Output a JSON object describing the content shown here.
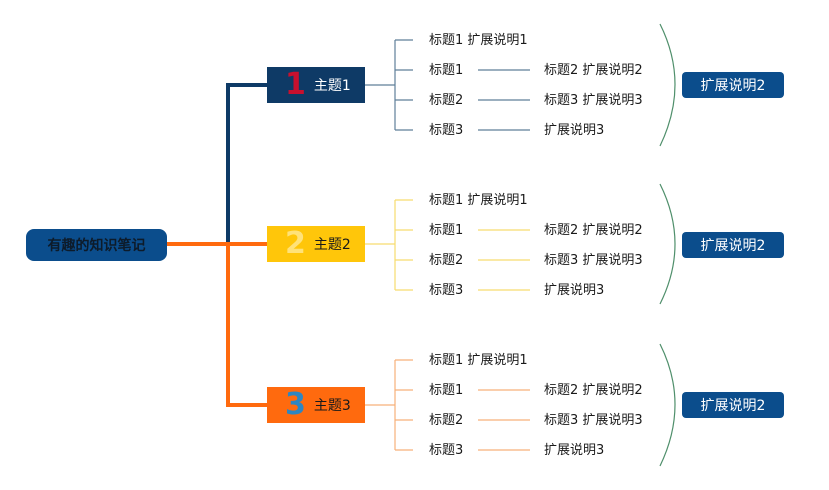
{
  "root": {
    "label": "有趣的知识笔记"
  },
  "topics": [
    {
      "number": "1",
      "label": "主题1",
      "color": "#0e3a66",
      "number_color": "#c8102e",
      "leaves": {
        "r1": "标题1 扩展说明1",
        "r2a": "标题1",
        "r2b": "标题2 扩展说明2",
        "r3a": "标题2",
        "r3b": "标题3 扩展说明3",
        "r4a": "标题3",
        "r4b": "扩展说明3"
      },
      "extension": "扩展说明2"
    },
    {
      "number": "2",
      "label": "主题2",
      "color": "#ffc60a",
      "number_color": "#ffe27a",
      "leaves": {
        "r1": "标题1 扩展说明1",
        "r2a": "标题1",
        "r2b": "标题2 扩展说明2",
        "r3a": "标题2",
        "r3b": "标题3 扩展说明3",
        "r4a": "标题3",
        "r4b": "扩展说明3"
      },
      "extension": "扩展说明2"
    },
    {
      "number": "3",
      "label": "主题3",
      "color": "#ff6a0e",
      "number_color": "#2e86c1",
      "leaves": {
        "r1": "标题1 扩展说明1",
        "r2a": "标题1",
        "r2b": "标题2 扩展说明2",
        "r3a": "标题2",
        "r3b": "标题3 扩展说明3",
        "r4a": "标题3",
        "r4b": "扩展说明3"
      },
      "extension": "扩展说明2"
    }
  ]
}
